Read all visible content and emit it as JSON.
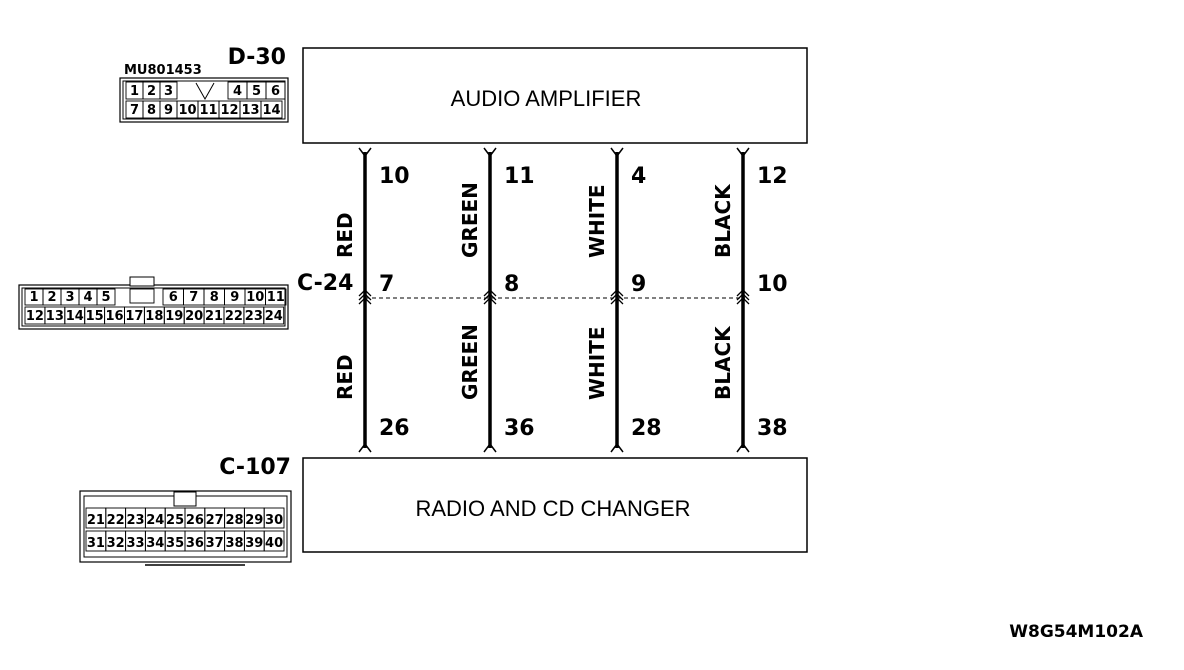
{
  "amplifier": {
    "label": "AUDIO AMPLIFIER",
    "connector_id": "D-30",
    "part_code": "MU801453"
  },
  "radio": {
    "label": "RADIO AND CD CHANGER",
    "connector_id": "C-107"
  },
  "junction": {
    "connector_id": "C-24"
  },
  "wires": [
    {
      "color": "RED",
      "top_pin": "10",
      "mid_pin": "7",
      "bottom_pin": "26"
    },
    {
      "color": "GREEN",
      "top_pin": "11",
      "mid_pin": "8",
      "bottom_pin": "36"
    },
    {
      "color": "WHITE",
      "top_pin": "4",
      "mid_pin": "9",
      "bottom_pin": "28"
    },
    {
      "color": "BLACK",
      "top_pin": "12",
      "mid_pin": "10",
      "bottom_pin": "38"
    }
  ],
  "d30_cells": {
    "row1": [
      "1",
      "2",
      "3",
      "",
      "4",
      "5",
      "6"
    ],
    "row2": [
      "7",
      "8",
      "9",
      "10",
      "11",
      "12",
      "13",
      "14"
    ]
  },
  "c24_cells": {
    "row1": [
      "1",
      "2",
      "3",
      "4",
      "5",
      "",
      "6",
      "7",
      "8",
      "9",
      "10",
      "11"
    ],
    "row2": [
      "12",
      "13",
      "14",
      "15",
      "16",
      "17",
      "18",
      "19",
      "20",
      "21",
      "22",
      "23",
      "24"
    ]
  },
  "c107_cells": {
    "row1": [
      "21",
      "22",
      "23",
      "24",
      "25",
      "26",
      "27",
      "28",
      "29",
      "30"
    ],
    "row2": [
      "31",
      "32",
      "33",
      "34",
      "35",
      "36",
      "37",
      "38",
      "39",
      "40"
    ]
  },
  "figure_id": "W8G54M102A"
}
